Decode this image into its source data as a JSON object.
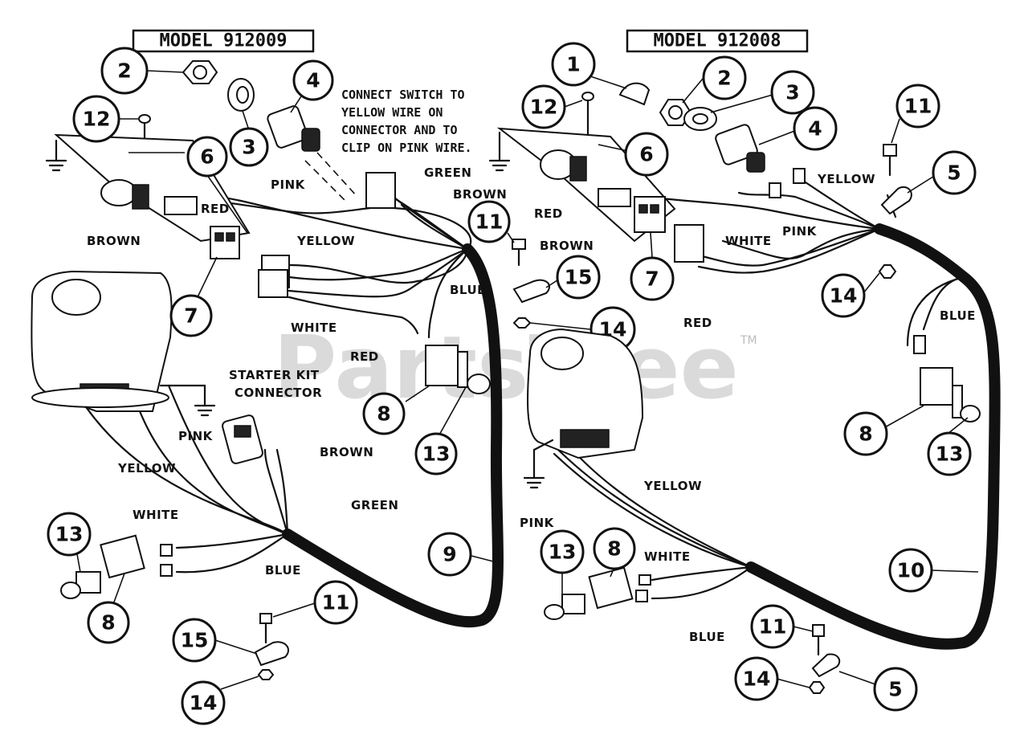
{
  "models": {
    "left": "MODEL 912009",
    "right": "MODEL 912008"
  },
  "note": {
    "lines": [
      "CONNECT SWITCH TO",
      "YELLOW WIRE ON",
      "CONNECTOR AND TO",
      "CLIP ON PINK WIRE."
    ]
  },
  "watermark": {
    "text": "PartsTree",
    "tm": "TM"
  },
  "left_labels": {
    "pink_top": "PINK",
    "green_top": "GREEN",
    "brown_top": "BROWN",
    "red_top": "RED",
    "brown_left": "BROWN",
    "yellow_top": "YELLOW",
    "blue_top": "BLUE",
    "white_mid": "WHITE",
    "red_mid": "RED",
    "starter_1": "STARTER KIT",
    "starter_2": "CONNECTOR",
    "brown_low": "BROWN",
    "pink_low": "PINK",
    "yellow_low": "YELLOW",
    "green_low": "GREEN",
    "white_low": "WHITE",
    "blue_low": "BLUE"
  },
  "right_labels": {
    "yellow_top": "YELLOW",
    "red_top": "RED",
    "white_top": "WHITE",
    "pink_top": "PINK",
    "brown_top": "BROWN",
    "red_mid": "RED",
    "blue_mid": "BLUE",
    "yellow_low": "YELLOW",
    "pink_low": "PINK",
    "white_low": "WHITE",
    "blue_low": "BLUE"
  },
  "left_callouts": {
    "c2": "2",
    "c3": "3",
    "c4": "4",
    "c12": "12",
    "c6": "6",
    "c7": "7",
    "c11": "11",
    "c15a": "15",
    "c14a": "14",
    "c8a": "8",
    "c13a": "13",
    "c9": "9",
    "c13b": "13",
    "c8b": "8",
    "c11b": "11",
    "c15b": "15",
    "c14b": "14"
  },
  "right_callouts": {
    "c1": "1",
    "c2": "2",
    "c3": "3",
    "c4": "4",
    "c12": "12",
    "c6": "6",
    "c7": "7",
    "c11": "11",
    "c5": "5",
    "c14": "14",
    "c8": "8",
    "c13": "13",
    "c10": "10",
    "c13b": "13",
    "c8b": "8",
    "c11b": "11",
    "c14b": "14",
    "c5b": "5"
  }
}
